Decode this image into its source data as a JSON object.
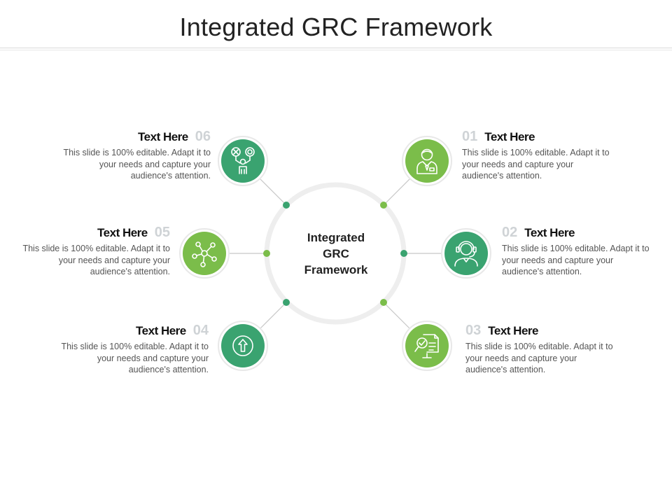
{
  "title": "Integrated GRC Framework",
  "center": {
    "line1": "Integrated",
    "line2": "GRC",
    "line3": "Framework"
  },
  "colors": {
    "dark_green": "#3aa370",
    "light_green": "#7bbd4a",
    "ring": "#eeeeee",
    "connector": "#c7c7c7"
  },
  "items": [
    {
      "num": "01",
      "title": "Text Here",
      "description": "This slide is 100% editable. Adapt it to your needs and capture your audience's attention.",
      "icon": "businessman-icon"
    },
    {
      "num": "02",
      "title": "Text Here",
      "description": "This slide is 100% editable. Adapt it to your needs and capture your audience's attention.",
      "icon": "headset-support-icon"
    },
    {
      "num": "03",
      "title": "Text Here",
      "description": "This slide is 100% editable. Adapt it to your needs and capture your audience's attention.",
      "icon": "document-search-icon"
    },
    {
      "num": "04",
      "title": "Text Here",
      "description": "This slide is 100% editable. Adapt it to your needs and capture your audience's attention.",
      "icon": "arrow-up-circle-icon"
    },
    {
      "num": "05",
      "title": "Text Here",
      "description": "This slide is 100% editable. Adapt it to your needs and capture your audience's attention.",
      "icon": "network-hub-icon"
    },
    {
      "num": "06",
      "title": "Text Here",
      "description": "This slide is 100% editable. Adapt it to your needs and capture your audience's attention.",
      "icon": "decision-person-icon"
    }
  ]
}
